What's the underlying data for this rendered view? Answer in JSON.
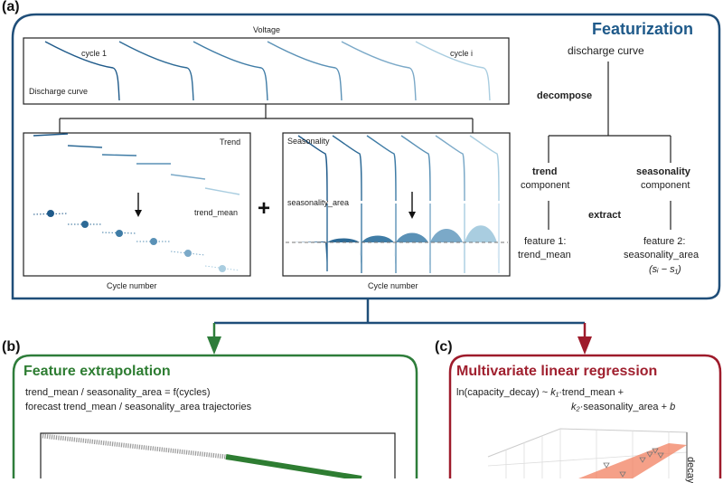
{
  "colors": {
    "featurization_border": "#1f4e79",
    "featurization_title": "#1f5a8a",
    "extrapolation_border": "#2e7d3a",
    "extrapolation_title": "#2e7d32",
    "regression_border": "#9e1b2b",
    "regression_title": "#a0202f",
    "curve_dark": "#1f5a8a",
    "curve_light": "#a9cde0",
    "forecast_green": "#2e7d32",
    "surface_orange": "#f28060"
  },
  "panel_a": {
    "label": "(a)",
    "title": "Featurization",
    "voltage_plot": {
      "ylabel": "Voltage",
      "cycle_first": "cycle 1",
      "cycle_last": "cycle i",
      "caption": "Discharge curve"
    },
    "trend_plot": {
      "title": "Trend",
      "feature_label": "trend_mean",
      "xlabel": "Cycle number"
    },
    "plus_sign": "+",
    "seasonality_plot": {
      "title": "Seasonality",
      "feature_label": "seasonality_area",
      "xlabel": "Cycle number"
    },
    "flow": {
      "root": "discharge curve",
      "decompose": "decompose",
      "trend_bold": "trend",
      "trend_sub": "component",
      "seasonality_bold": "seasonality",
      "seasonality_sub": "component",
      "extract": "extract",
      "feature1_line1": "feature 1:",
      "feature1_line2": "trend_mean",
      "feature2_line1": "feature 2:",
      "feature2_line2": "seasonality_area",
      "feature2_line3": "(sᵢ − s₁)"
    }
  },
  "panel_b": {
    "label": "(b)",
    "title": "Feature extrapolation",
    "line1": "trend_mean / seasonality_area = f(cycles)",
    "line2": "forecast trend_mean / seasonality_area trajectories"
  },
  "panel_c": {
    "label": "(c)",
    "title": "Multivariate linear regression",
    "eq_line1_prefix": "ln(capacity_decay) ~ ",
    "eq_line1_k": "k₁",
    "eq_line1_suffix": "·trend_mean +",
    "eq_line2_k": "k₂",
    "eq_line2_suffix": "·seasonality_area + ",
    "eq_line2_b": "b",
    "axis_label": "decay"
  }
}
